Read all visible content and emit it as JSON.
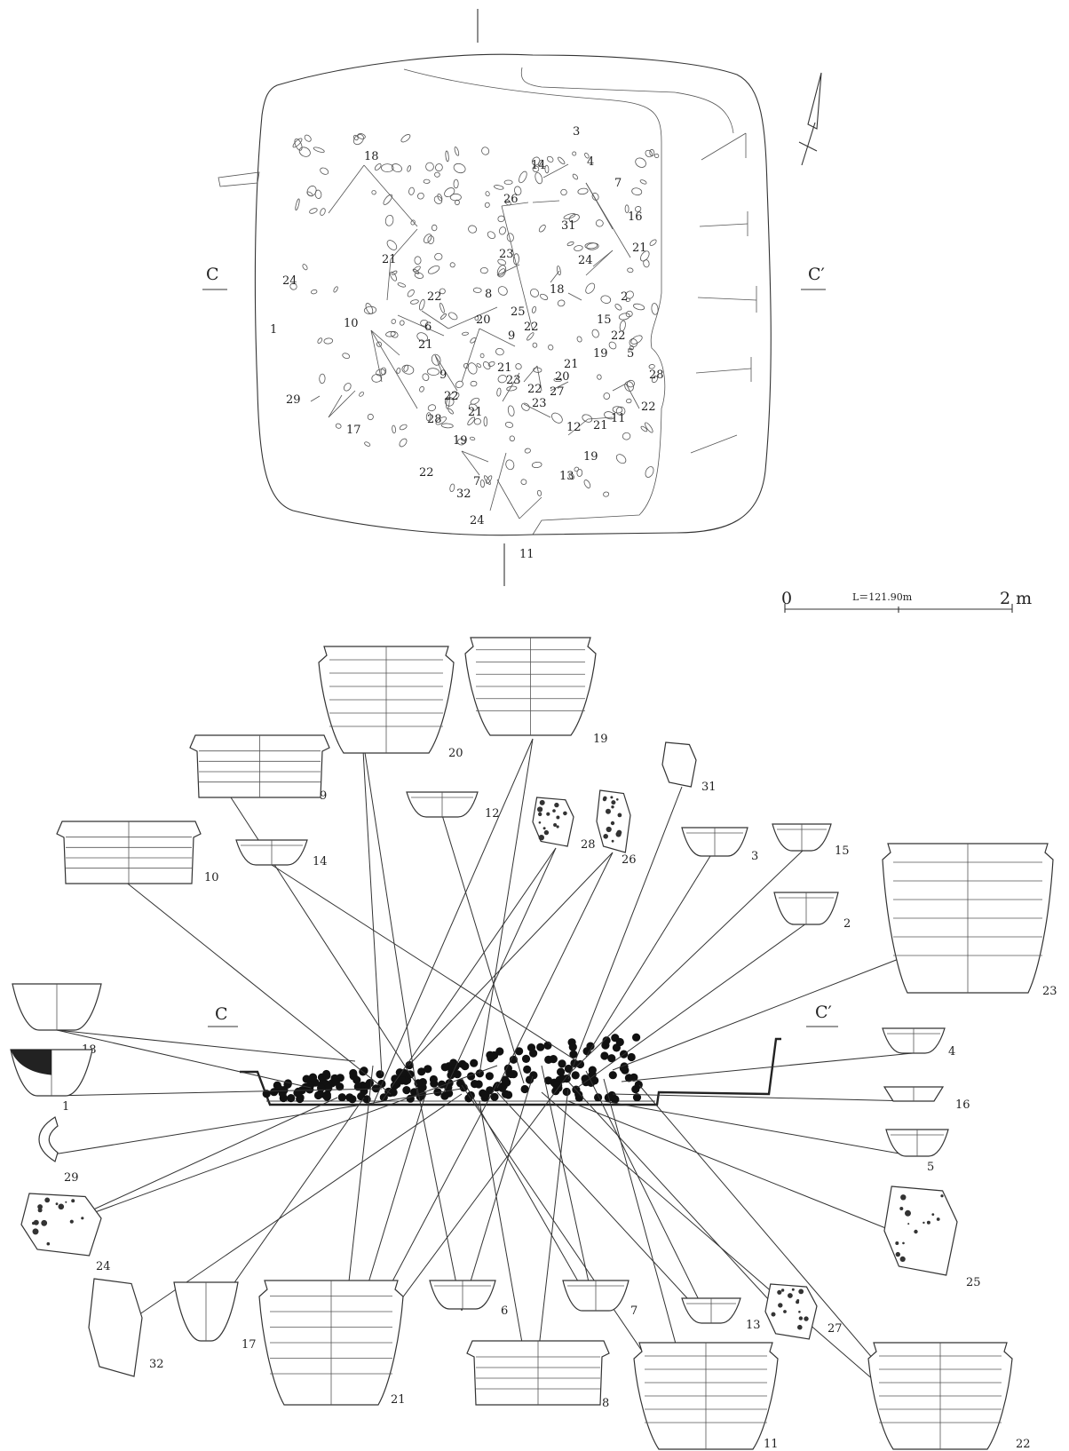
{
  "plan": {
    "section_left": "C",
    "section_right": "C′",
    "find_numbers": [
      "1",
      "2",
      "3",
      "4",
      "5",
      "6",
      "7",
      "8",
      "9",
      "10",
      "11",
      "12",
      "13",
      "14",
      "15",
      "16",
      "17",
      "18",
      "19",
      "20",
      "21",
      "22",
      "23",
      "24",
      "25",
      "26",
      "27",
      "28",
      "29",
      "31",
      "32"
    ]
  },
  "scale": {
    "zero": "0",
    "level": "L＝121.90m",
    "end": "2 m"
  },
  "section": {
    "label_left": "C",
    "label_right": "C′"
  },
  "artifacts": [
    "1",
    "2",
    "3",
    "4",
    "5",
    "6",
    "7",
    "8",
    "9",
    "10",
    "11",
    "12",
    "13",
    "14",
    "15",
    "16",
    "17",
    "18",
    "19",
    "20",
    "21",
    "22",
    "23",
    "24",
    "25",
    "26",
    "27",
    "28",
    "29",
    "31",
    "32"
  ]
}
